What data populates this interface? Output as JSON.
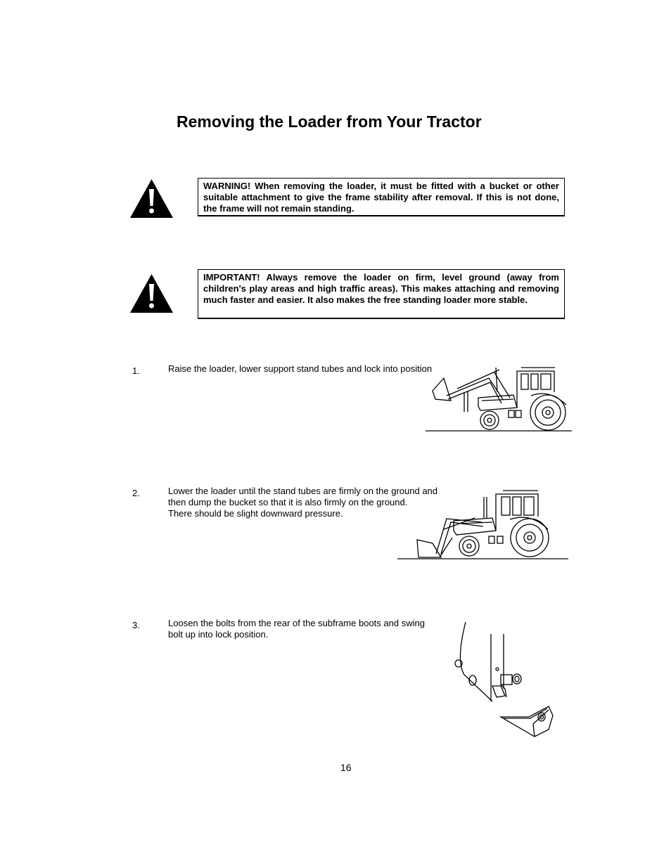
{
  "page": {
    "title": "Removing the Loader from Your Tractor",
    "number": "16"
  },
  "notices": [
    {
      "icon": "warning-triangle-icon",
      "text": "WARNING! When removing the loader, it must be fitted with a bucket or other suitable attachment to give the frame stability after removal.  If this is not done, the frame will not remain standing."
    },
    {
      "icon": "warning-triangle-icon",
      "text": "IMPORTANT!  Always remove the loader on firm, level ground (away from children's play areas and high traffic areas).  This makes attaching and removing much faster and easier.  It also makes the free standing loader more stable."
    }
  ],
  "steps": [
    {
      "number": "1.",
      "text": "Raise the loader, lower support stand tubes and lock into position"
    },
    {
      "number": "2.",
      "text": "Lower the loader until the stand tubes are firmly on the ground and\nthen dump the bucket so that it is also firmly on the ground.\nThere should be slight downward pressure."
    },
    {
      "number": "3.",
      "text": "Loosen the bolts from the rear of the subframe boots and swing\nbolt up into lock position."
    }
  ]
}
